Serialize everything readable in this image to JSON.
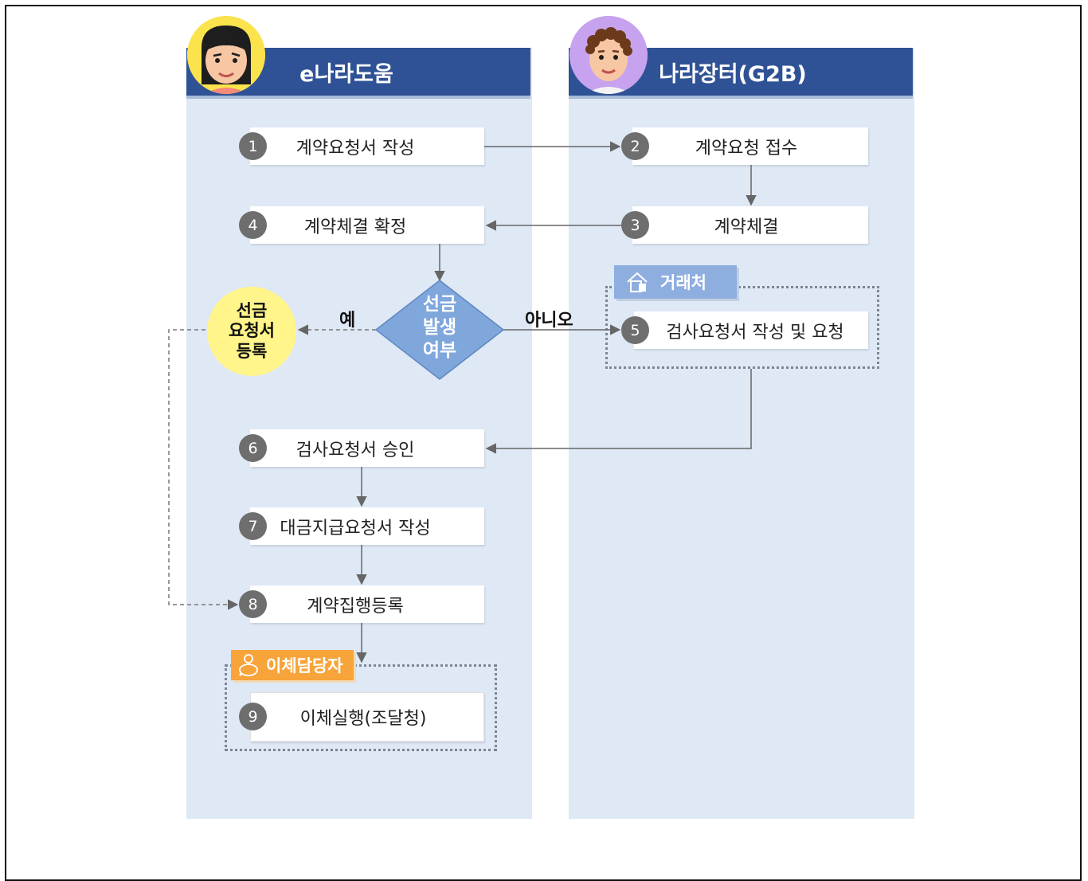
{
  "lanes": {
    "left": {
      "title": "e나라도움"
    },
    "right": {
      "title": "나라장터(G2B)"
    }
  },
  "steps": [
    {
      "num": "1",
      "label": "계약요청서 작성"
    },
    {
      "num": "2",
      "label": "계약요청 접수"
    },
    {
      "num": "3",
      "label": "계약체결"
    },
    {
      "num": "4",
      "label": "계약체결 확정"
    },
    {
      "num": "5",
      "label": "검사요청서 작성 및 요청"
    },
    {
      "num": "6",
      "label": "검사요청서 승인"
    },
    {
      "num": "7",
      "label": "대금지급요청서 작성"
    },
    {
      "num": "8",
      "label": "계약집행등록"
    },
    {
      "num": "9",
      "label": "이체실행(조달청)"
    }
  ],
  "decision": {
    "line1": "선금",
    "line2": "발생",
    "line3": "여부"
  },
  "branches": {
    "yes": "예",
    "no": "아니오"
  },
  "advance_note": {
    "line1": "선금",
    "line2": "요청서",
    "line3": "등록"
  },
  "groups": {
    "partner": {
      "label": "거래처",
      "icon": "building-icon"
    },
    "transfer": {
      "label": "이체담당자",
      "icon": "piggy-bank-icon"
    }
  },
  "colors": {
    "lane_bg": "#dfe8f5",
    "header_bg": "#2e5295",
    "decision_fill": "#7fa7dc",
    "advance_note_bg": "#fff58a",
    "transfer_tag": "#f7a43a",
    "partner_tag": "#8faee0"
  }
}
